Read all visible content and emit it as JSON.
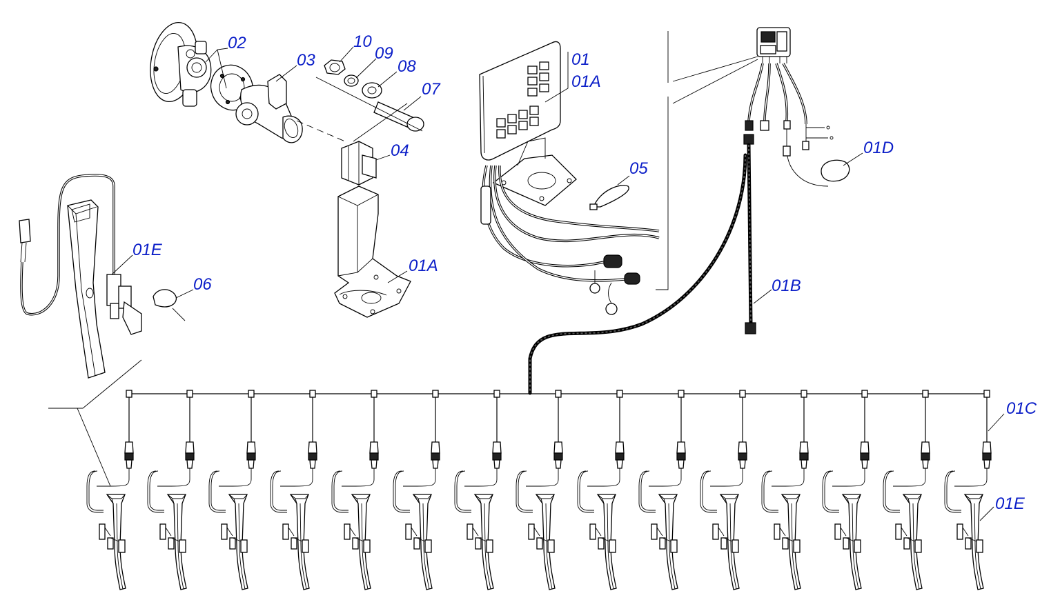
{
  "diagram": {
    "callouts": {
      "c02": "02",
      "c03": "03",
      "c10": "10",
      "c09": "09",
      "c08": "08",
      "c07": "07",
      "c04": "04",
      "c01": "01",
      "c01a_top": "01A",
      "c05": "05",
      "c01d": "01D",
      "c01e_left": "01E",
      "c06": "06",
      "c01a_bracket": "01A",
      "c01b": "01B",
      "c01c": "01C",
      "c01e_right": "01E"
    },
    "sensor_count": 15,
    "callout_color": "#0b1ec8"
  }
}
